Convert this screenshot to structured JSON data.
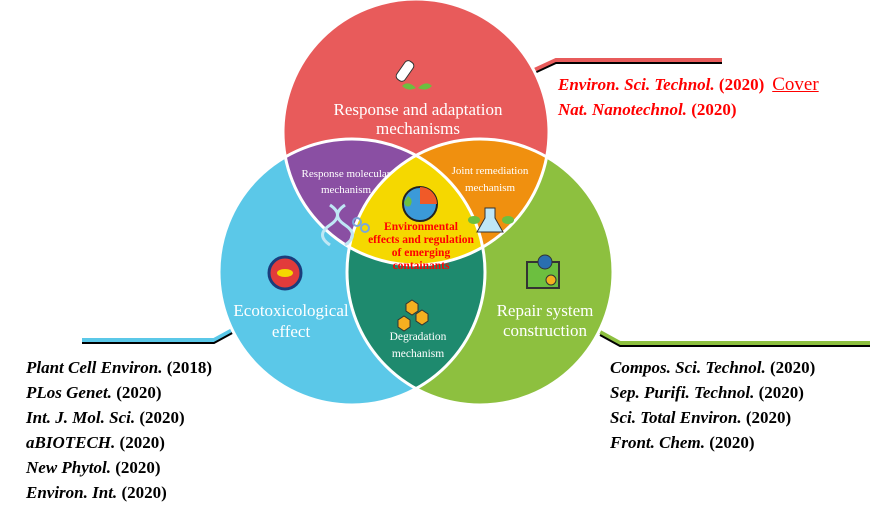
{
  "center": {
    "line1": "Environmental",
    "line2": "effects and regulation",
    "line3": "of emerging",
    "line4": "containants"
  },
  "circles": {
    "top": {
      "line1": "Response and adaptation",
      "line2": "mechanisms",
      "color": "#e85b5b"
    },
    "left": {
      "line1": "Ecotoxicological",
      "line2": "effect",
      "color": "#5bc8e8"
    },
    "right": {
      "line1": "Repair system",
      "line2": "construction",
      "color": "#8dc03f"
    }
  },
  "overlaps": {
    "top_left": {
      "line1": "Response molecular",
      "line2": "mechanism",
      "color": "#8a4fa3"
    },
    "top_right": {
      "line1": "Joint remediation",
      "line2": "mechanism",
      "color": "#f0900f"
    },
    "bottom": {
      "line1": "Degradation",
      "line2": "mechanism",
      "color": "#1e8a6e"
    },
    "center_color": "#f5d800"
  },
  "refs_top": [
    {
      "journal": "Environ. Sci. Technol.",
      "year": "(2020)",
      "extra": "Cover"
    },
    {
      "journal": "Nat. Nanotechnol.",
      "year": "(2020)"
    }
  ],
  "refs_left": [
    {
      "journal": "Plant Cell Environ.",
      "year": "(2018)"
    },
    {
      "journal": "PLos Genet.",
      "year": "(2020)"
    },
    {
      "journal": "Int. J. Mol. Sci.",
      "year": "(2020)"
    },
    {
      "journal": "aBIOTECH.",
      "year": "(2020)"
    },
    {
      "journal": "New Phytol.",
      "year": "(2020)"
    },
    {
      "journal": "Environ. Int.",
      "year": "(2020)"
    }
  ],
  "refs_right": [
    {
      "journal": "Compos. Sci. Technol.",
      "year": "(2020)"
    },
    {
      "journal": "Sep. Purifi. Technol.",
      "year": "(2020)"
    },
    {
      "journal": "Sci. Total Environ.",
      "year": "(2020)"
    },
    {
      "journal": "Front. Chem.",
      "year": "(2020)"
    }
  ]
}
